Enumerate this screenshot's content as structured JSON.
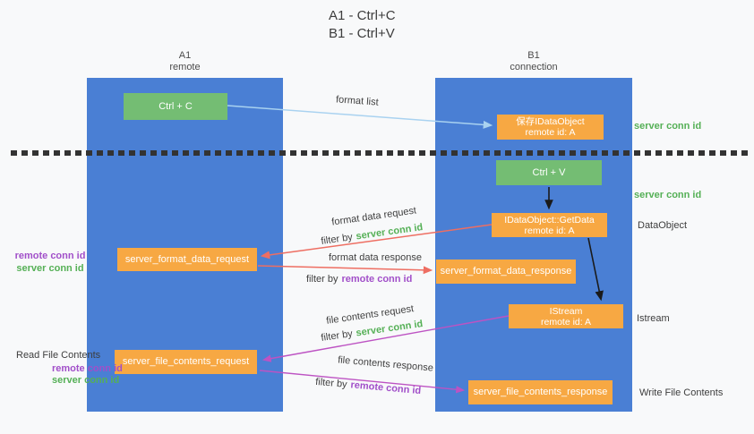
{
  "title": {
    "line1": "A1 - Ctrl+C",
    "line2": "B1 - Ctrl+V"
  },
  "lanes": {
    "a": {
      "name": "A1",
      "role": "remote"
    },
    "b": {
      "name": "B1",
      "role": "connection"
    }
  },
  "boxes": {
    "ctrl_c": "Ctrl + C",
    "ctrl_v": "Ctrl + V",
    "save_idataobject": {
      "line1": "保存IDataObject",
      "line2": "remote id: A"
    },
    "getdata": {
      "line1": "IDataObject::GetData",
      "line2": "remote id: A"
    },
    "istream": {
      "line1": "IStream",
      "line2": "remote id: A"
    },
    "format_request": "server_format_data_request",
    "format_response": "server_format_data_response",
    "file_request": "server_file_contents_request",
    "file_response": "server_file_contents_response"
  },
  "arrow_labels": {
    "format_list": "format list",
    "format_data_request": "format data request",
    "format_data_response": "format data response",
    "file_contents_request": "file contents request",
    "file_contents_response": "file contents response",
    "filter_by": "filter by"
  },
  "keys": {
    "server_conn_id": "server conn id",
    "remote_conn_id": "remote conn id"
  },
  "side_labels": {
    "dataobject": "DataObject",
    "istream": "Istream",
    "read_file_contents": "Read File Contents",
    "write_file_contents": "Write File Contents"
  },
  "colors": {
    "lane_blue": "#4a7fd4",
    "box_orange": "#f7a843",
    "box_green": "#74bd73",
    "arrow_salmon": "#ee6e62",
    "arrow_magenta": "#bd53c3",
    "arrow_lightblue": "#a9d2f0",
    "arrow_black": "#1a1a1a",
    "text_green": "#55b056",
    "text_purple": "#a14fc9",
    "divider_dark": "#333333",
    "background": "#f8f9fa"
  }
}
